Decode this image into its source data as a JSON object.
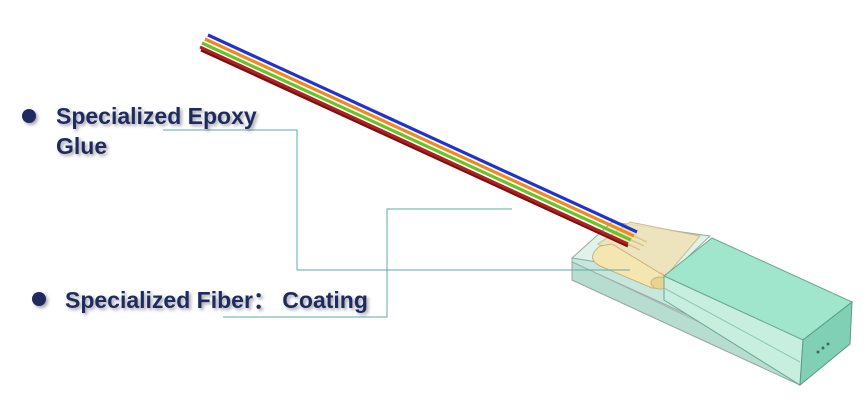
{
  "callouts": {
    "epoxy": {
      "line1": "Specialized Epoxy",
      "line2": "Glue"
    },
    "fiber": {
      "text": "Specialized  Fiber： Coating"
    }
  },
  "colors": {
    "label_text": "#1f2b5e",
    "leader_line": "#5fa8a8",
    "fiber_blue": "#2233cc",
    "fiber_orange": "#f08a1c",
    "fiber_green": "#6cc22a",
    "fiber_red": "#b02020",
    "block_top": "#c8ebdf",
    "block_side": "#a9dccb",
    "ferrule_top": "#98e6cc",
    "ferrule_end": "#74c8ae",
    "glue": "#f1dfa6"
  },
  "icons": [
    "bullet-dot"
  ]
}
